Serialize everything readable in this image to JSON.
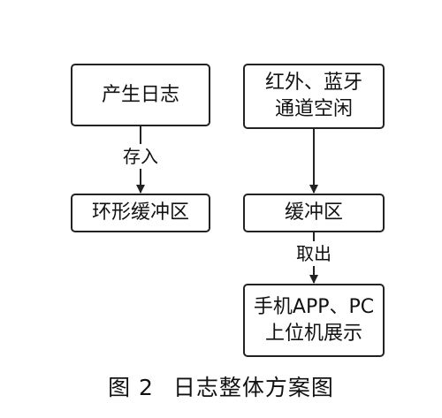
{
  "diagram": {
    "nodes": {
      "generate_log": "产生日志",
      "ring_buffer": "环形缓冲区",
      "idle_lines": [
        "红外、蓝牙",
        "通道空闲"
      ],
      "buffer": "缓冲区",
      "display_lines": [
        "手机APP、PC",
        "上位机展示"
      ]
    },
    "edges": {
      "store": "存入",
      "fetch": "取出"
    }
  },
  "caption": {
    "figure_no": "图 2",
    "title": "日志整体方案图"
  }
}
